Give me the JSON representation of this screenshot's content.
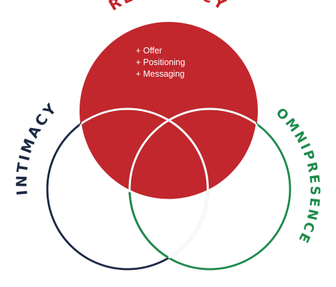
{
  "diagram": {
    "circles": [
      {
        "key": "relevancy",
        "label": "RELEVANCY",
        "color": "#c1272d",
        "filled": true
      },
      {
        "key": "intimacy",
        "label": "INTIMACY",
        "color": "#1b2a44",
        "filled": false
      },
      {
        "key": "omnipresence",
        "label": "OMNIPRESENCE",
        "color": "#1f8b4c",
        "filled": false
      }
    ],
    "relevancy_items": [
      "+ Offer",
      "+ Positioning",
      "+ Messaging"
    ],
    "colors": {
      "overlap_stroke": "#ffffff",
      "inner_lens_stroke": "#3a5a50",
      "text_on_red": "#ffffff"
    }
  }
}
